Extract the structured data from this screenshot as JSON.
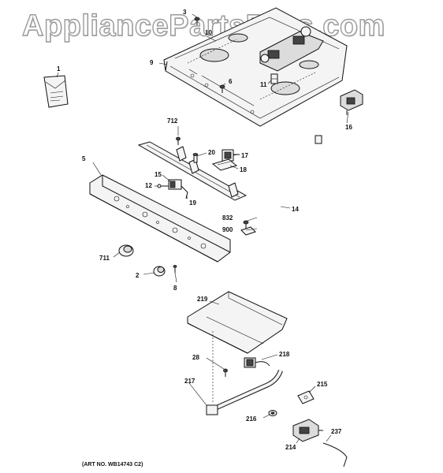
{
  "watermark": "AppliancePartsPros.com",
  "art_number": "(ART NO. WB14743 C2)",
  "labels": {
    "l1": "1",
    "l2": "2",
    "l3": "3",
    "l5": "5",
    "l6": "6",
    "l8": "8",
    "l9": "9",
    "l10": "10",
    "l11": "11",
    "l12": "12",
    "l14": "14",
    "l15": "15",
    "l16": "16",
    "l17": "17",
    "l18": "18",
    "l19": "19",
    "l20": "20",
    "l28": "28",
    "l214": "214",
    "l215": "215",
    "l216": "216",
    "l217": "217",
    "l218": "218",
    "l219": "219",
    "l237": "237",
    "l711": "711",
    "l712": "712",
    "l832": "832",
    "l900": "900"
  }
}
